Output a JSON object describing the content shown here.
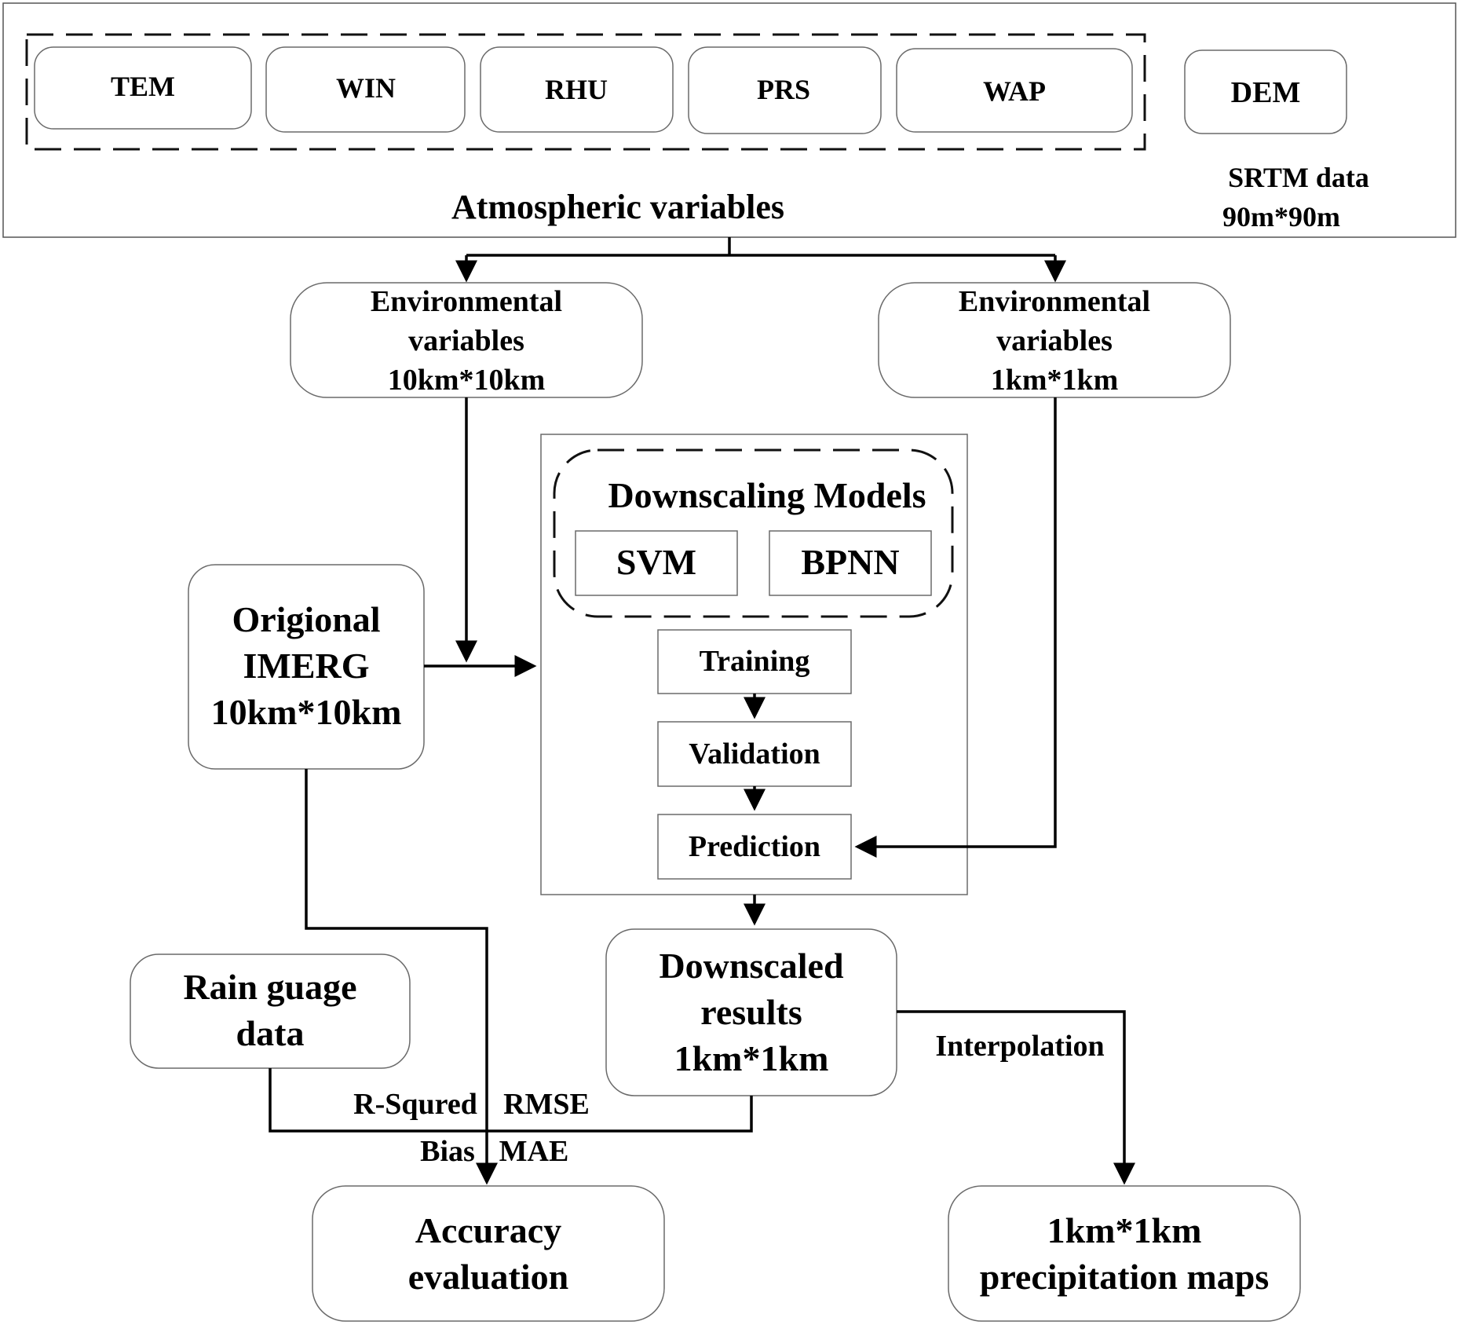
{
  "atmospheric": {
    "variables": [
      "TEM",
      "WIN",
      "RHU",
      "PRS",
      "WAP"
    ],
    "label": "Atmospheric variables"
  },
  "dem": {
    "label": "DEM",
    "source_line1": "SRTM data",
    "source_line2": "90m*90m"
  },
  "env_coarse": {
    "line1": "Environmental",
    "line2": "variables",
    "line3": "10km*10km"
  },
  "env_fine": {
    "line1": "Environmental",
    "line2": "variables",
    "line3": "1km*1km"
  },
  "models": {
    "title": "Downscaling Models",
    "svm": "SVM",
    "bpnn": "BPNN",
    "training": "Training",
    "validation": "Validation",
    "prediction": "Prediction"
  },
  "imerg": {
    "line1": "Origional",
    "line2": "IMERG",
    "line3": "10km*10km"
  },
  "downscaled": {
    "line1": "Downscaled",
    "line2": "results",
    "line3": "1km*1km"
  },
  "rain_gauge": {
    "line1": "Rain guage",
    "line2": "data"
  },
  "metrics": {
    "r_squared": "R-Squred",
    "rmse": "RMSE",
    "bias": "Bias",
    "mae": "MAE"
  },
  "interpolation_label": "Interpolation",
  "accuracy": {
    "line1": "Accuracy",
    "line2": "evaluation"
  },
  "maps": {
    "line1": "1km*1km",
    "line2": "precipitation maps"
  }
}
